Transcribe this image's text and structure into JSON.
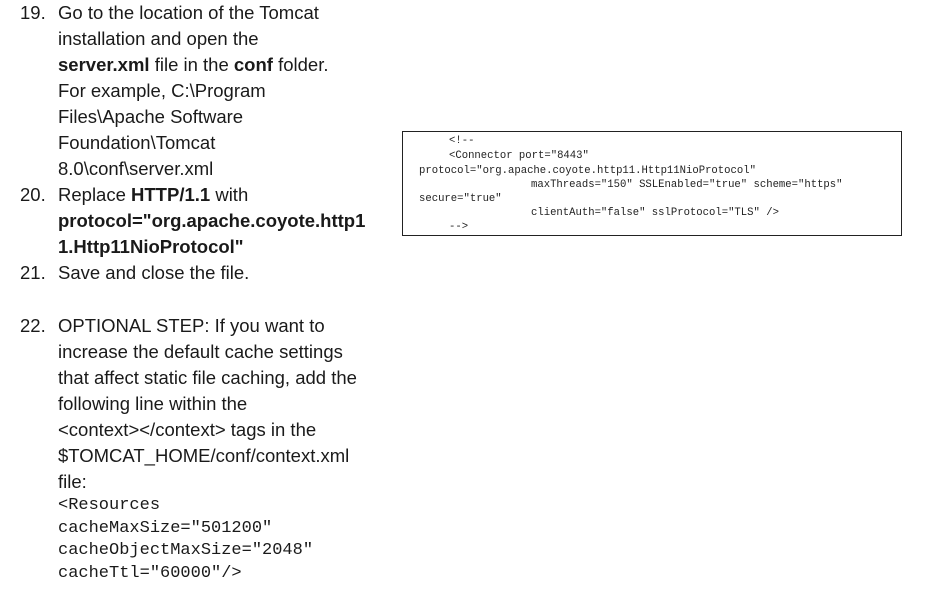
{
  "steps": [
    {
      "number": "19.",
      "lines": [
        "Go to the location of the Tomcat",
        "installation and open the",
        {
          "b1": "server.xml",
          "t1": " file in the ",
          "b2": "conf",
          "t2": " folder."
        },
        "For example, C:\\Program",
        "Files\\Apache Software",
        "Foundation\\Tomcat",
        "8.0\\conf\\server.xml"
      ]
    },
    {
      "number": "20.",
      "line1_text": "Replace ",
      "line1_bold": "HTTP/1.1",
      "line1_tail": " with",
      "line2_bold": "protocol=\"org.apache.coyote.http1",
      "line3_bold": "1.Http11NioProtocol\""
    },
    {
      "number": "21.",
      "text": "Save and close the file."
    },
    {
      "number": "22.",
      "lines": [
        "OPTIONAL STEP: If you want to",
        "increase the default cache settings",
        "that affect static file caching, add the",
        "following line within the",
        "<context></context> tags in the",
        "$TOMCAT_HOME/conf/context.xml",
        "file:"
      ],
      "code": [
        "<Resources",
        "cacheMaxSize=\"501200\"",
        "cacheObjectMaxSize=\"2048\"",
        "cacheTtl=\"60000\"/>"
      ]
    }
  ],
  "code_box": {
    "lines": [
      "<!--",
      "<Connector port=\"8443\"",
      "protocol=\"org.apache.coyote.http11.Http11NioProtocol\"",
      "maxThreads=\"150\" SSLEnabled=\"true\" scheme=\"https\"",
      "secure=\"true\"",
      "clientAuth=\"false\" sslProtocol=\"TLS\" />",
      "-->"
    ]
  }
}
